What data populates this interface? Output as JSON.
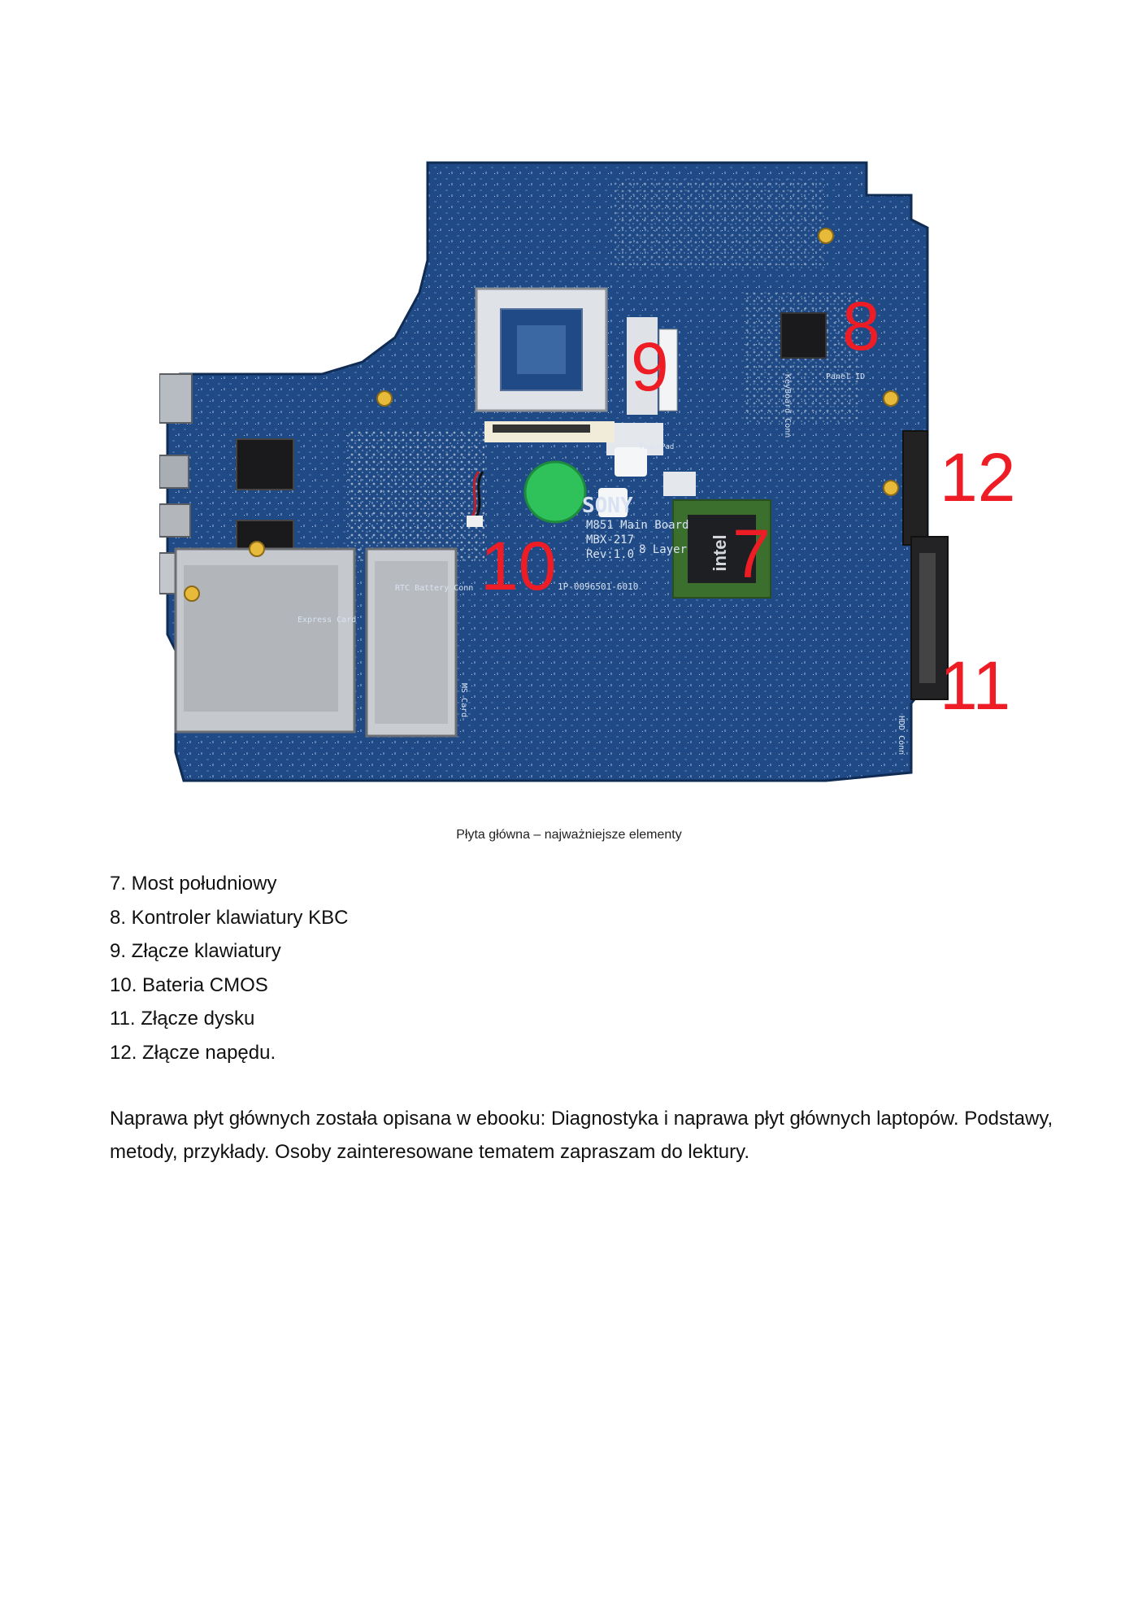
{
  "figure": {
    "board_labels": {
      "model": "M851 Main Board",
      "part": "MBX-217",
      "rev": "Rev:1.0",
      "layers": "8 Layer",
      "brand": "SONY",
      "serial": "1P-0096501-6010",
      "rtc": "RTC Battery Conn",
      "touchpad": "TouchPad",
      "express": "Express Card",
      "hdd": "HDD Conn",
      "ms": "MS Card",
      "panel": "Panel ID",
      "keyboard": "KeyBoard Conn",
      "chip_brand": "intel"
    },
    "callouts": {
      "c7": "7",
      "c8": "8",
      "c9": "9",
      "c10": "10",
      "c11": "11",
      "c12": "12"
    },
    "caption": "Płyta główna – najważniejsze elementy"
  },
  "legend": [
    "7. Most południowy",
    "8. Kontroler klawiatury KBC",
    "9. Złącze klawiatury",
    "10. Bateria CMOS",
    "11. Złącze dysku",
    "12. Złącze napędu."
  ],
  "paragraph": "Naprawa płyt głównych została opisana w ebooku: Diagnostyka i naprawa płyt głównych laptopów. Podstawy, metody, przykłady. Osoby zainteresowane tematem zapraszam do lektury.",
  "colors": {
    "pcb": "#1f4a86",
    "callout": "#ee1c24"
  }
}
